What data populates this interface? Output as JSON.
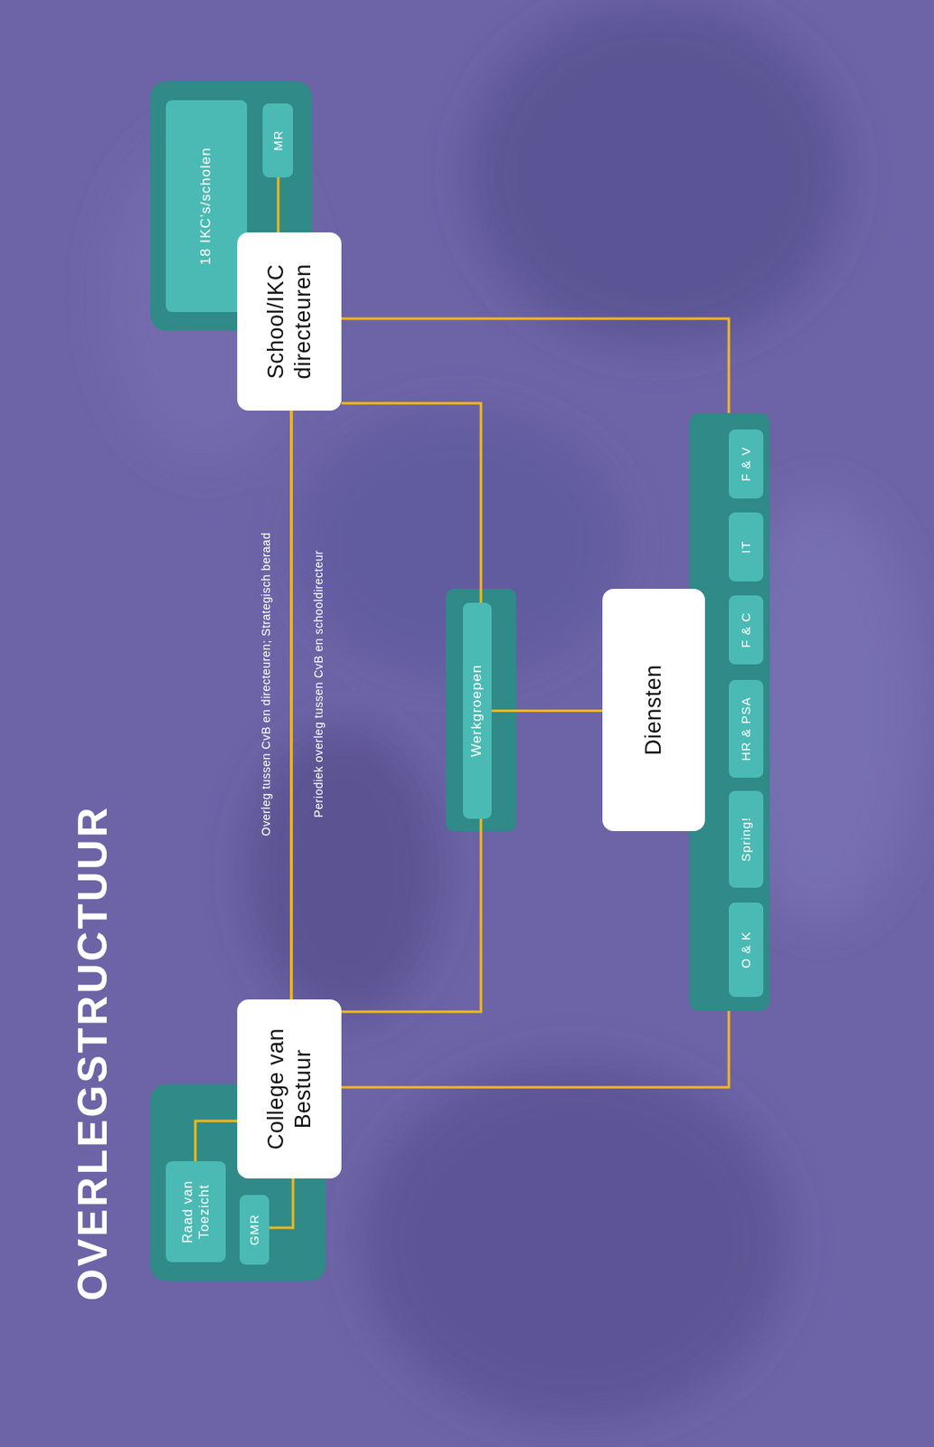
{
  "diagram": {
    "title": "OVERLEGSTRUCTUUR",
    "nodes": [
      {
        "text": [
          "Raad van Toezicht"
        ]
      },
      {
        "text": [
          "GMR"
        ]
      },
      {
        "text": [
          "College van Bestuur"
        ]
      },
      {
        "text": [
          "Werkgroepen"
        ]
      },
      {
        "text": [
          "Diensten"
        ]
      },
      {
        "text": [
          "O & K"
        ]
      },
      {
        "text": [
          "Spring!"
        ]
      },
      {
        "text": [
          "HR & PSA"
        ]
      },
      {
        "text": [
          "F & C"
        ]
      },
      {
        "text": [
          "IT"
        ]
      },
      {
        "text": [
          "F & V"
        ]
      },
      {
        "text": [
          "18 IKC’s/scholen"
        ]
      },
      {
        "text": [
          "MR"
        ]
      },
      {
        "text": [
          "School/IKC directeuren"
        ]
      }
    ],
    "edges": [
      {
        "from": 0,
        "to": 2,
        "arrow": "none"
      },
      {
        "from": 1,
        "to": 2,
        "arrow": "none"
      },
      {
        "from": 2,
        "to": 13,
        "label": "Overleg tussen CvB en directeuren; Strategisch beraad",
        "arrow": "none"
      },
      {
        "from": 2,
        "to": 13,
        "label": "Periodiek overleg tussen CvB en schooldirecteur",
        "arrow": "none"
      },
      {
        "from": 2,
        "to": 3,
        "arrow": "none"
      },
      {
        "from": 13,
        "to": 3,
        "arrow": "none"
      },
      {
        "from": 3,
        "to": 4,
        "arrow": "none"
      },
      {
        "from": 2,
        "to": 4,
        "arrow": "none"
      },
      {
        "from": 13,
        "to": 4,
        "arrow": "none"
      },
      {
        "from": 12,
        "to": 13,
        "arrow": "none"
      }
    ]
  }
}
